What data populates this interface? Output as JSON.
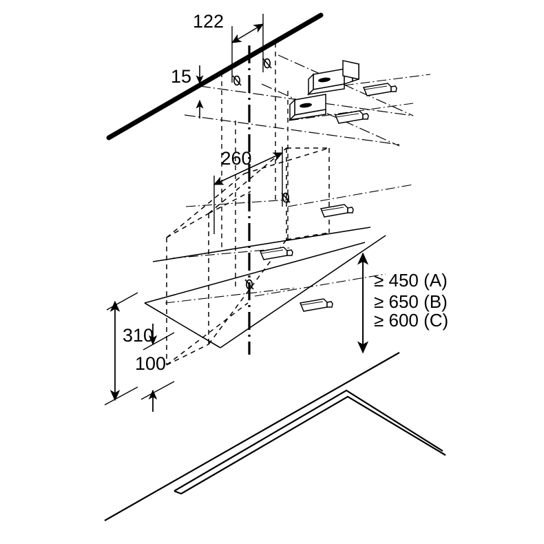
{
  "drawing": {
    "title": "Extractor hood wall-mounting installation diagram",
    "type": "isometric-technical-drawing",
    "units": "mm",
    "stroke_color": "#000000",
    "background_color": "#ffffff"
  },
  "dimensions": {
    "wall_offset_horizontal": "122",
    "wall_edge_offset": "15",
    "mount_spacing": "260",
    "hood_height": "310",
    "hood_depth": "100"
  },
  "clearances": {
    "label_a": "≥ 450 (A)",
    "label_b": "≥ 650 (B)",
    "label_c": "≥ 600 (C)"
  },
  "components": {
    "wall_line": "wall-edge-line",
    "hood_body": "hood-outline-dashed",
    "cooktop": "cooktop-corner-outline",
    "brackets": "wall-bracket-pair",
    "screws": "mounting-screw-set",
    "drill_marks": "drill-hole-markers",
    "centerline": "vertical-centerline"
  }
}
